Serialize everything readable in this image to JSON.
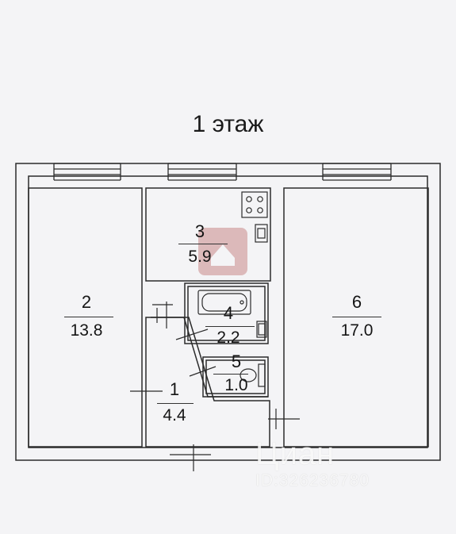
{
  "title": "1 этаж",
  "rooms": [
    {
      "number": "2",
      "area": "13.8"
    },
    {
      "number": "3",
      "area": "5.9"
    },
    {
      "number": "4",
      "area": "2.2"
    },
    {
      "number": "5",
      "area": "1.0"
    },
    {
      "number": "1",
      "area": "4.4"
    },
    {
      "number": "6",
      "area": "17.0"
    }
  ],
  "watermark": {
    "brand": "Циан",
    "id": "ID:326236780"
  },
  "colors": {
    "background": "#f4f4f6",
    "wall": "#2b2b2b",
    "logo": "#c98a8a"
  }
}
